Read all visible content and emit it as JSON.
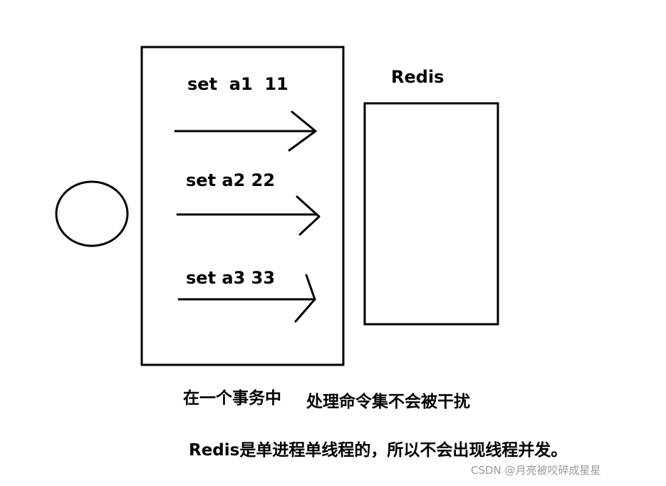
{
  "commands": [
    {
      "text": "set  a1  11"
    },
    {
      "text": "set a2 22"
    },
    {
      "text": "set a3 33"
    }
  ],
  "redis_label": "Redis",
  "caption_1a": "在一个事务中",
  "caption_1b": "处理命令集不会被干扰",
  "caption_2": "Redis是单进程单线程的，所以不会出现线程并发。",
  "watermark": "CSDN @月亮被咬碎成星星",
  "colors": {
    "ink": "#000000",
    "watermark": "#999999",
    "background": "#ffffff"
  }
}
